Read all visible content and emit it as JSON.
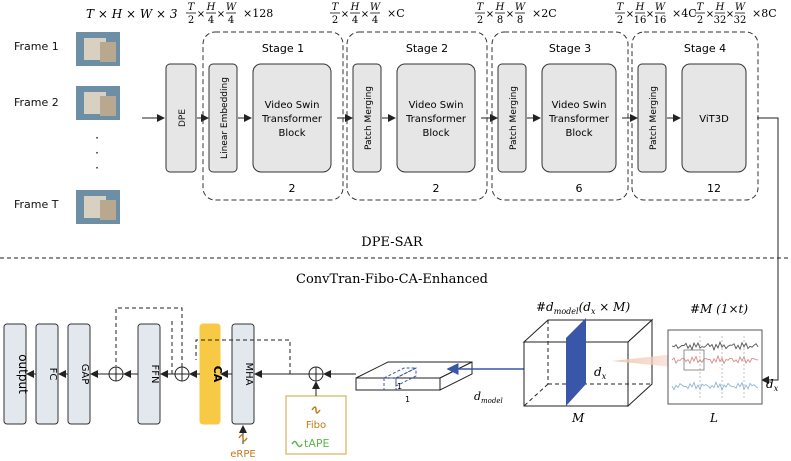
{
  "frames": [
    {
      "label": "Frame 1"
    },
    {
      "label": "Frame 2"
    },
    {
      "label": "Frame T"
    }
  ],
  "ellipsis": [
    "·",
    "·",
    "·"
  ],
  "input_shape": "T × H × W × 3",
  "dpe_label": "DPE",
  "stages": [
    {
      "title": "Stage 1",
      "first_block": "Linear Embedding",
      "main_block": [
        "Video Swin",
        "Transformer",
        "Block"
      ],
      "repeat": "2",
      "shape": [
        "T",
        "2",
        "H",
        "4",
        "W",
        "4",
        "×128"
      ]
    },
    {
      "title": "Stage 2",
      "first_block": "Patch Merging",
      "main_block": [
        "Video Swin",
        "Transformer",
        "Block"
      ],
      "repeat": "2",
      "shape": [
        "T",
        "2",
        "H",
        "4",
        "W",
        "4",
        "×C"
      ]
    },
    {
      "title": "Stage 3",
      "first_block": "Patch Merging",
      "main_block": [
        "Video Swin",
        "Transformer",
        "Block"
      ],
      "repeat": "6",
      "shape": [
        "T",
        "2",
        "H",
        "8",
        "W",
        "8",
        "×2C"
      ]
    },
    {
      "title": "Stage 4",
      "first_block": "Patch Merging",
      "main_block": [
        "ViT3D"
      ],
      "repeat": "12",
      "shape": [
        "T",
        "2",
        "H",
        "16",
        "W",
        "16",
        "×4C"
      ]
    }
  ],
  "stage4_shape": [
    "T",
    "2",
    "H",
    "32",
    "W",
    "32",
    "×8C"
  ],
  "top_caption": "DPE-SAR",
  "bottom_caption": "ConvTran-Fibo-CA-Enhanced",
  "bottom_blocks": {
    "output": "output",
    "fc": "FC",
    "gap": "GAP",
    "ffn": "FFN",
    "ca": "CA",
    "mha": "MHA",
    "erpe": "eRPE",
    "fibo": "Fibo",
    "tape": "tAPE"
  },
  "tensor": {
    "d_model_label": "d",
    "d_model_sub": "model",
    "one_a": "1",
    "one_b": "1",
    "cube_label_top": "#d",
    "cube_label_top_sub": "model",
    "cube_label_top_rest": "(d",
    "cube_label_top_rest_sub": "x",
    "cube_label_top_end": " × M)",
    "cube_M": "M",
    "cube_dx": "d",
    "cube_dx_sub": "x",
    "signal_label_top": "#M (1×t)",
    "signal_L": "L",
    "right_dx": "d",
    "right_dx_sub": "x"
  },
  "colors": {
    "ca_fill": "#f7c945",
    "cube_slice": "#3a56a8",
    "signal_pink": "#d98a8a",
    "signal_blue": "#8fb6d6",
    "signal_grey": "#555555",
    "fibo_box": "#d9b25a",
    "fibo_text": "#c07a1a",
    "tape_text": "#5fb54a",
    "erpe_text": "#c07a1a"
  }
}
